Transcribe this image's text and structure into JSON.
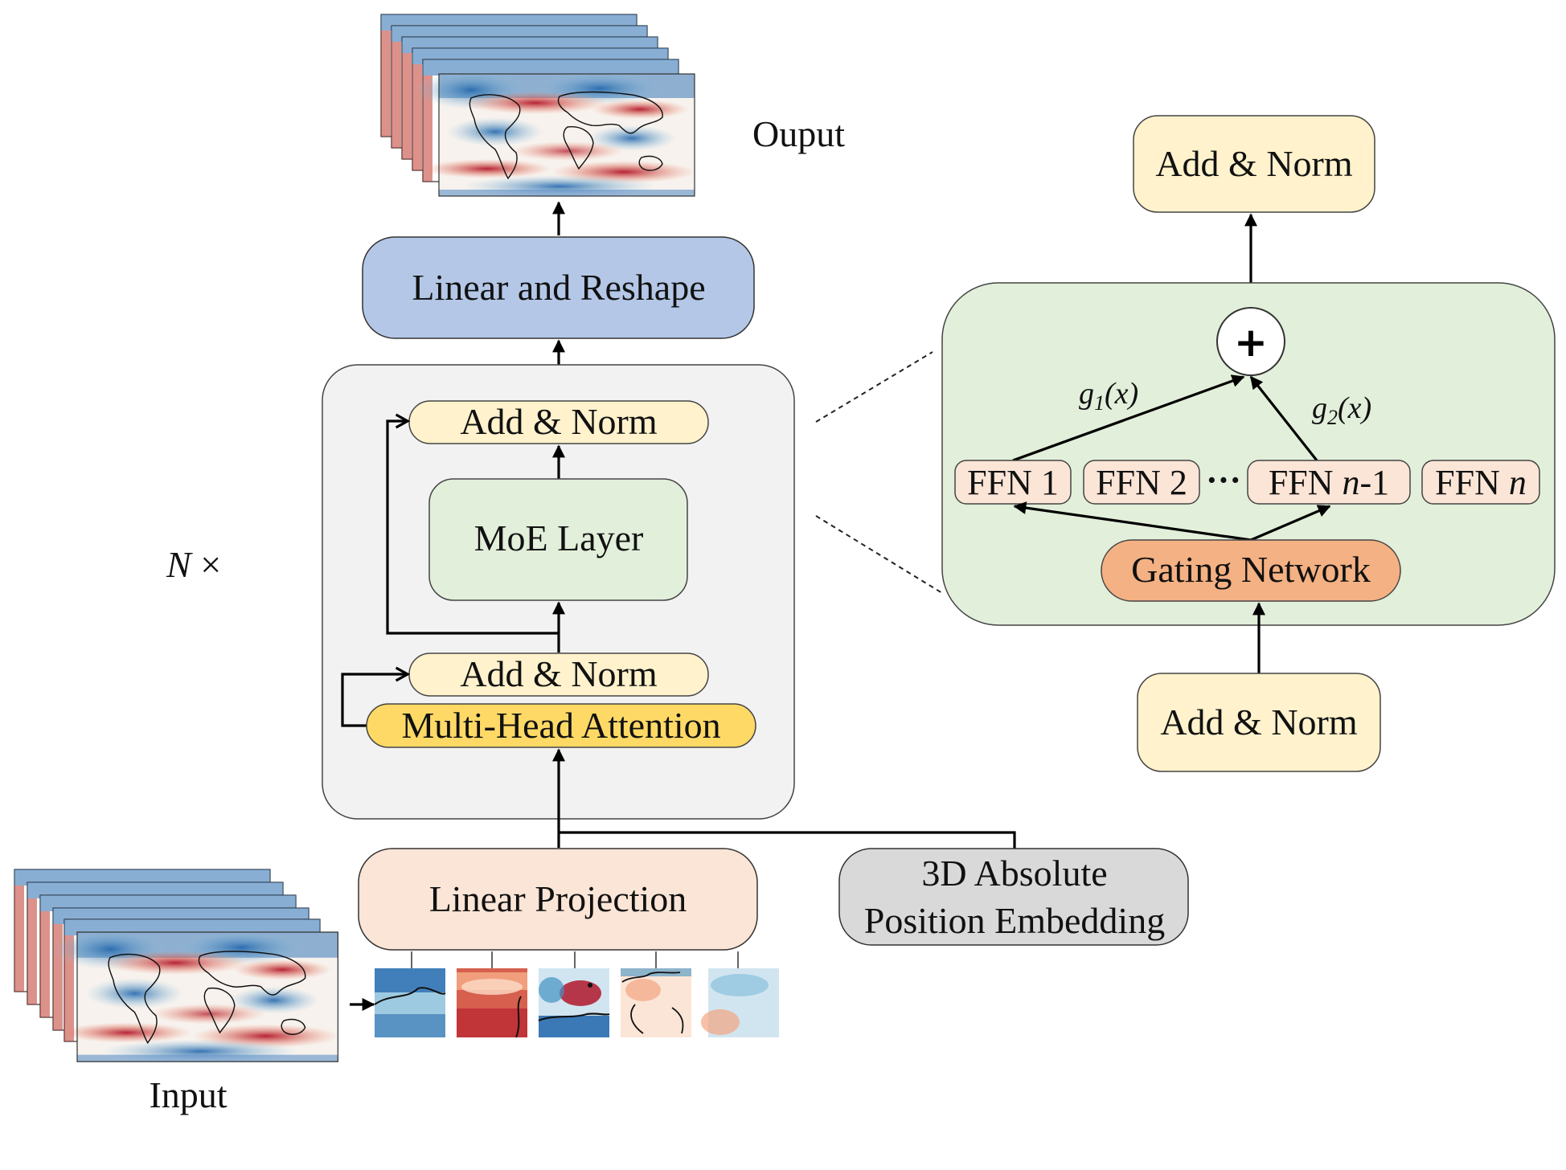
{
  "labels": {
    "output": "Ouput",
    "input": "Input",
    "repeat": "N ×",
    "linear_reshape": "Linear and Reshape",
    "add_norm_top": "Add & Norm",
    "moe_layer": "MoE Layer",
    "add_norm_mid": "Add & Norm",
    "mha": "Multi-Head Attention",
    "linear_projection": "Linear Projection",
    "pos_embed_line1": "3D Absolute",
    "pos_embed_line2": "Position Embedding",
    "moe_out_add_norm": "Add & Norm",
    "moe_in_add_norm": "Add & Norm",
    "gating_network": "Gating Network",
    "ffn_1": "FFN 1",
    "ffn_2": "FFN 2",
    "ffn_n1_prefix": "FFN ",
    "ffn_n1_var": "n",
    "ffn_n1_suffix": "-1",
    "ffn_n_prefix": "FFN ",
    "ffn_n_var": "n",
    "ellipsis": "···",
    "plus": "+",
    "gate_1": "g",
    "gate_1_sub": "1",
    "gate_1_arg": "(x)",
    "gate_2": "g",
    "gate_2_sub": "2",
    "gate_2_arg": "(x)"
  },
  "colors": {
    "linear_reshape": "#b4c7e7",
    "add_norm": "#fff2cc",
    "mha": "#ffd966",
    "moe_layer": "#e2efda",
    "linear_projection": "#fbe5d6",
    "pos_embed": "#d9d9d9",
    "block_background": "#f2f2f2",
    "moe_panel": "#e2efda",
    "gating_network": "#f4b183",
    "ffn": "#fbe5d6",
    "weather_red": "#c0392b",
    "weather_blue": "#2e6fb4"
  },
  "images": {
    "output_stack": "weather-map-stack",
    "input_stack": "weather-map-stack",
    "patches": [
      "weather-patch-1",
      "weather-patch-2",
      "weather-patch-3",
      "weather-patch-4",
      "weather-patch-5"
    ]
  }
}
